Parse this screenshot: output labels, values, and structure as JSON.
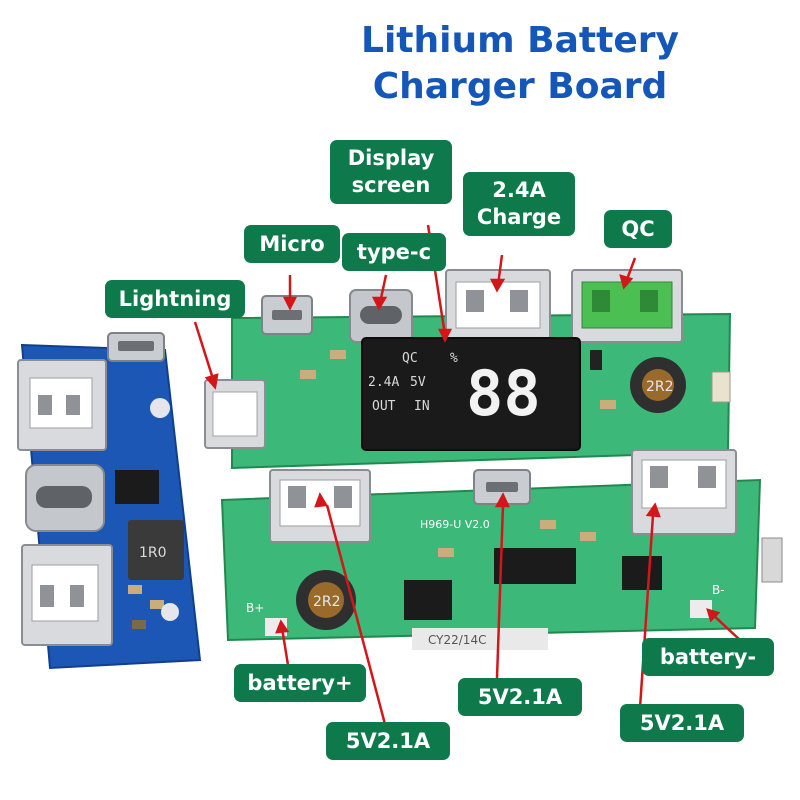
{
  "title": {
    "line1": "Lithium Battery",
    "line2": "Charger Board"
  },
  "labels": {
    "display_line1": "Display",
    "display_line2": "screen",
    "charge_line1": "2.4A",
    "charge_line2": "Charge",
    "micro": "Micro",
    "typec": "type-c",
    "qc": "QC",
    "lightning": "Lightning",
    "battery_plus": "battery+",
    "battery_minus": "battery-",
    "out_left": "5V2.1A",
    "out_middle": "5V2.1A",
    "out_right": "5V2.1A"
  },
  "display": {
    "qc": "QC",
    "percent": "%",
    "volt": "5V",
    "amp": "2.4A",
    "in": "IN",
    "out": "OUT",
    "digits": "88"
  },
  "silkscreen": {
    "model": "H969-U V2.0",
    "serial": "CY22/14C",
    "inductor_top": "2R2",
    "inductor_bottom": "2R2",
    "inductor_blue": "1R0",
    "b_minus": "B-",
    "b_plus": "B+"
  },
  "colors": {
    "label_bg": "#0e7a4c",
    "title": "#1457b8",
    "pcb_green": "#3cb878",
    "pcb_blue": "#1c57b5"
  }
}
